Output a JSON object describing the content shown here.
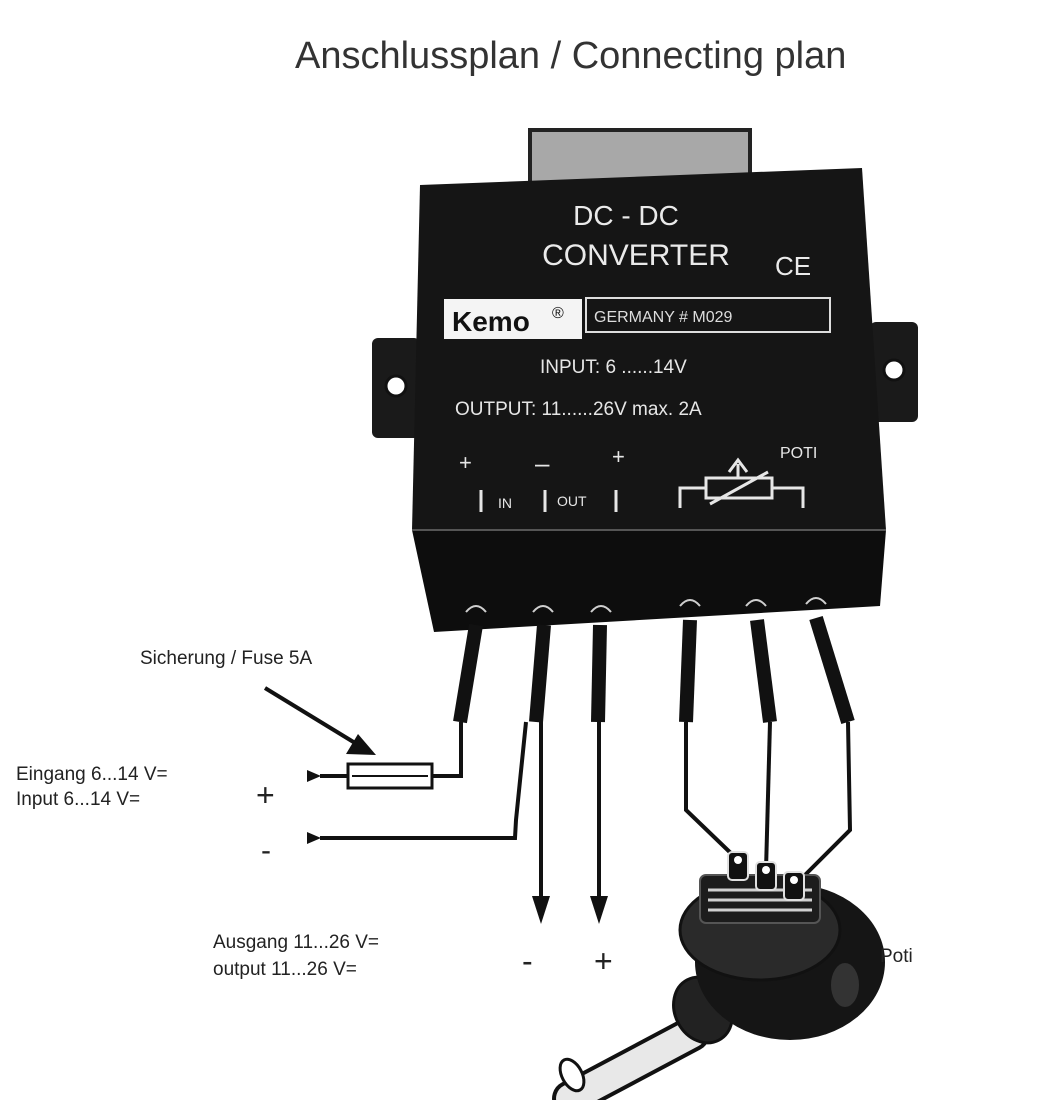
{
  "title": "Anschlussplan / Connecting plan",
  "device": {
    "name_line1": "DC - DC",
    "name_line2": "CONVERTER",
    "ce_mark": "CE",
    "brand": "Kemo",
    "brand_mark": "®",
    "origin_model": "GERMANY  # M029",
    "input_spec": "INPUT: 6 ......14V",
    "output_spec": "OUTPUT: 11......26V max. 2A",
    "terminal_plus_left": "+",
    "terminal_minus": "–",
    "terminal_plus_right": "+",
    "terminal_in": "IN",
    "terminal_out": "OUT",
    "poti_label": "POTI"
  },
  "fuse_label": "Sicherung / Fuse 5A",
  "input": {
    "line1": "Eingang 6...14 V=",
    "line2": "Input 6...14 V=",
    "plus": "+",
    "minus": "-"
  },
  "output": {
    "line1": "Ausgang 11...26 V=",
    "line2": "output 11...26 V=",
    "minus": "-",
    "plus": "+"
  },
  "poti_caption": "Poti"
}
